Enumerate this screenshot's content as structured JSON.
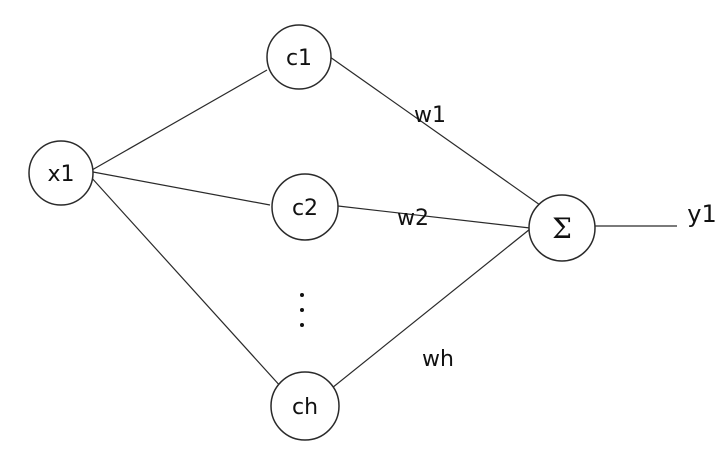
{
  "nodes": {
    "input": "x1",
    "hidden": [
      "c1",
      "c2",
      "ch"
    ],
    "sum": "Σ"
  },
  "weights": [
    "w1",
    "w2",
    "wh"
  ],
  "output": "y1",
  "colors": {
    "stroke": "#2a2a2a",
    "text": "#111111",
    "background": "#ffffff"
  }
}
